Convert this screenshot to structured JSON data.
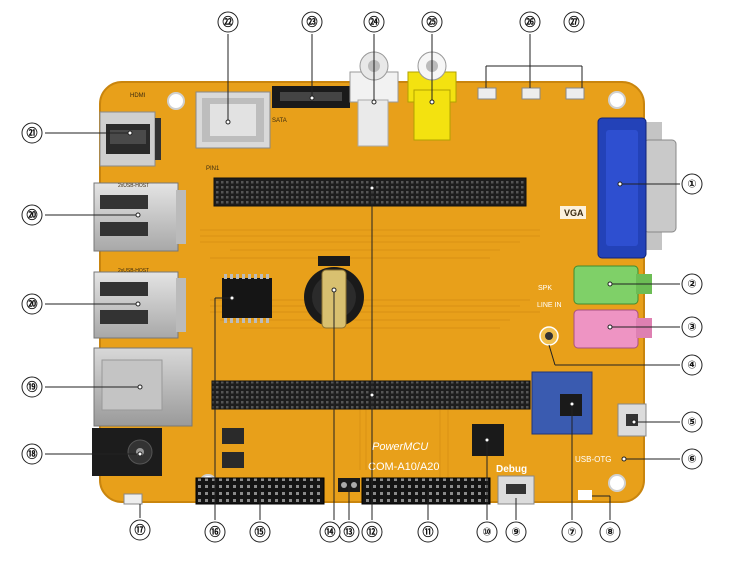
{
  "image": {
    "subject": "development-board-photo",
    "board_colors": {
      "pcb": "#e8a01a",
      "pcb_edge": "#c9850e",
      "callout_line": "#222222",
      "callout_ring": "#222222"
    }
  },
  "silkscreen": {
    "hdmi": "HDMI",
    "sata": "SATA",
    "vga": "VGA",
    "spk": "SPK",
    "line_in": "LINE IN",
    "usb_otg": "USB-OTG",
    "debug": "Debug",
    "brand": "PowerMCU",
    "module": "COM-A10/A20",
    "pin1": "PIN1",
    "usb_host_1": "2xUSB-HOST",
    "usb_host_2": "2xUSB-HOST"
  },
  "callouts": [
    {
      "num": "①"
    },
    {
      "num": "②"
    },
    {
      "num": "③"
    },
    {
      "num": "④"
    },
    {
      "num": "⑤"
    },
    {
      "num": "⑥"
    },
    {
      "num": "⑦"
    },
    {
      "num": "⑧"
    },
    {
      "num": "⑨"
    },
    {
      "num": "⑩"
    },
    {
      "num": "⑪"
    },
    {
      "num": "⑫"
    },
    {
      "num": "⑬"
    },
    {
      "num": "⑭"
    },
    {
      "num": "⑮"
    },
    {
      "num": "⑯"
    },
    {
      "num": "⑰"
    },
    {
      "num": "⑱"
    },
    {
      "num": "⑲"
    },
    {
      "num": "⑳"
    },
    {
      "num": "⑳"
    },
    {
      "num": "㉑"
    },
    {
      "num": "㉒"
    },
    {
      "num": "㉓"
    },
    {
      "num": "㉔"
    },
    {
      "num": "㉕"
    },
    {
      "num": "㉖"
    },
    {
      "num": "㉗"
    }
  ]
}
